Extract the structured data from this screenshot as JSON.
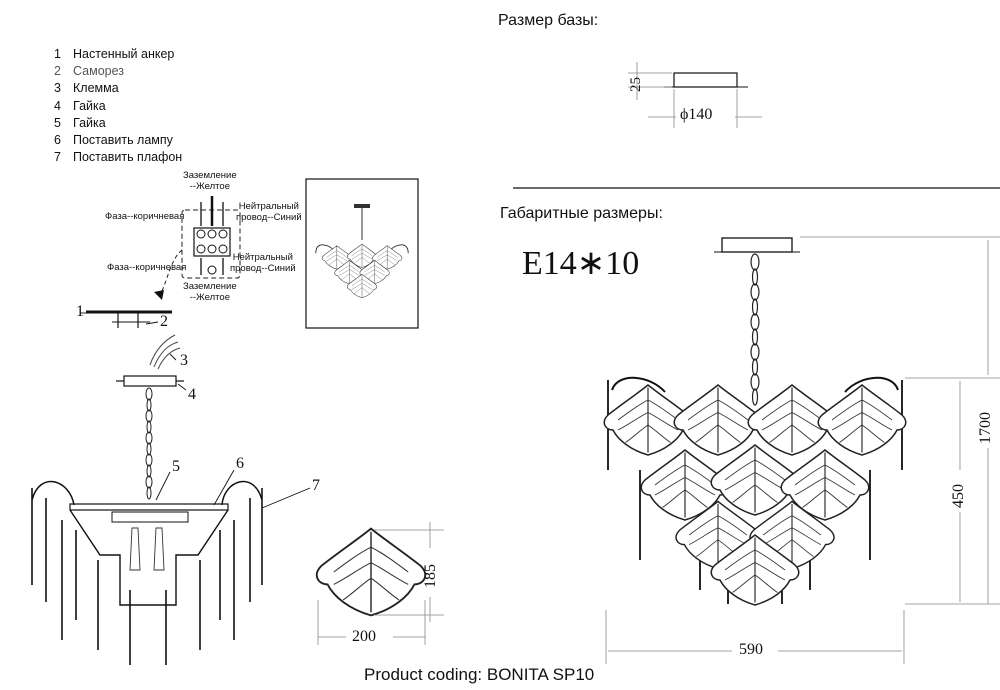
{
  "parts_legend": [
    {
      "num": "1",
      "label": "Настенный анкер"
    },
    {
      "num": "2",
      "label": "Саморез"
    },
    {
      "num": "3",
      "label": "Клемма"
    },
    {
      "num": "4",
      "label": "Гайка"
    },
    {
      "num": "5",
      "label": "Гайка"
    },
    {
      "num": "6",
      "label": "Поставить лампу"
    },
    {
      "num": "7",
      "label": "Поставить плафон"
    }
  ],
  "wiring": {
    "ground_top": "Заземление\n--Желтое",
    "phase_top": "Фаза--коричневая",
    "neutral_top": "Нейтральный\nпровод--Синий",
    "phase_bottom": "Фаза--коричневая",
    "neutral_bottom": "Нейтральный\nпровод--Синий",
    "ground_bottom": "Заземление\n--Желтое"
  },
  "callouts": [
    "1",
    "2",
    "3",
    "4",
    "5",
    "6",
    "7"
  ],
  "base_size": {
    "heading": "Размер базы:",
    "height": "25",
    "diameter": "ϕ140"
  },
  "overall": {
    "heading": "Габаритные размеры:",
    "bulbs": "E14∗10",
    "total_height": "1700",
    "body_height": "450",
    "width": "590"
  },
  "shade": {
    "width": "200",
    "height": "185"
  },
  "footer": "Product coding: BONITA SP10"
}
